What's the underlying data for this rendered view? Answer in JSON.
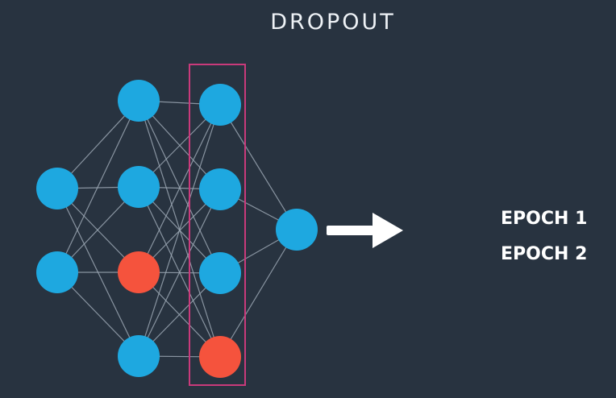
{
  "slide": {
    "title": "DROPOUT",
    "epochs": [
      "EPOCH 1",
      "EPOCH 2"
    ]
  },
  "network": {
    "layers": [
      {
        "name": "input",
        "nodes": [
          {
            "state": "active"
          },
          {
            "state": "active"
          }
        ]
      },
      {
        "name": "hidden-1",
        "nodes": [
          {
            "state": "active"
          },
          {
            "state": "active"
          },
          {
            "state": "dropped"
          },
          {
            "state": "active"
          }
        ]
      },
      {
        "name": "hidden-2",
        "highlighted": true,
        "nodes": [
          {
            "state": "active"
          },
          {
            "state": "active"
          },
          {
            "state": "active"
          },
          {
            "state": "dropped"
          }
        ]
      },
      {
        "name": "output",
        "nodes": [
          {
            "state": "active"
          }
        ]
      }
    ]
  },
  "colors": {
    "background": "#283340",
    "node_active": "#1ea8e0",
    "node_dropped": "#f5533d",
    "edge": "#9aa6b2",
    "highlight_box": "#c93a7b",
    "arrow": "#ffffff",
    "text": "#ffffff"
  },
  "icons": {
    "arrow": "right-arrow-icon"
  }
}
